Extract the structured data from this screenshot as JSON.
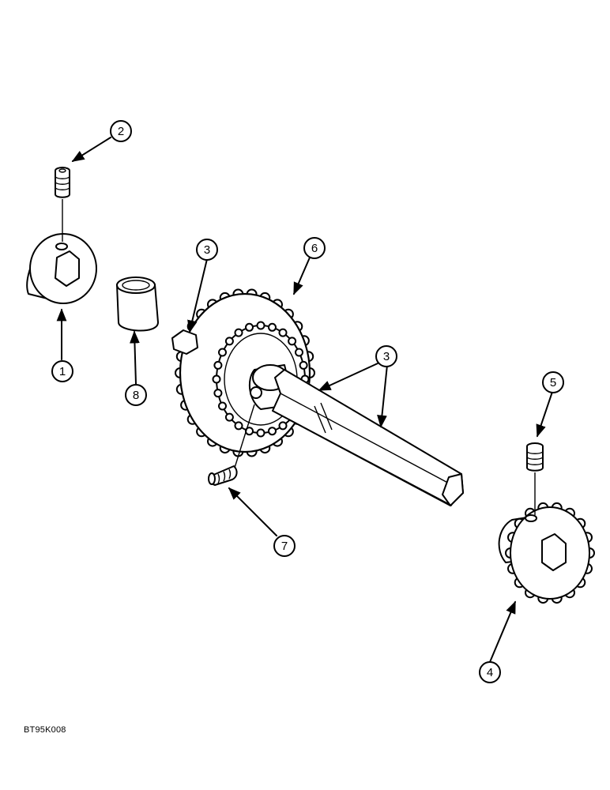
{
  "callouts": [
    {
      "id": "c1",
      "label": "1"
    },
    {
      "id": "c2",
      "label": "2"
    },
    {
      "id": "c3a",
      "label": "3"
    },
    {
      "id": "c6",
      "label": "6"
    },
    {
      "id": "c3b",
      "label": "3"
    },
    {
      "id": "c5",
      "label": "5"
    },
    {
      "id": "c8",
      "label": "8"
    },
    {
      "id": "c7",
      "label": "7"
    },
    {
      "id": "c4",
      "label": "4"
    }
  ],
  "figure_code": "BT95K008"
}
